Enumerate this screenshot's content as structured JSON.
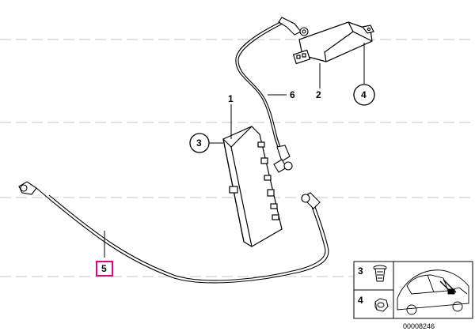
{
  "diagram": {
    "callouts": {
      "part_1": "1",
      "part_2": "2",
      "part_3": "3",
      "part_4": "4",
      "part_5": "5",
      "part_6": "6"
    },
    "inset": {
      "row_3_label": "3",
      "row_4_label": "4"
    },
    "drawing_number": "00008246",
    "colors": {
      "line": "#000000",
      "highlight": "#e0007a",
      "watermark": "#d8d8d8"
    }
  }
}
